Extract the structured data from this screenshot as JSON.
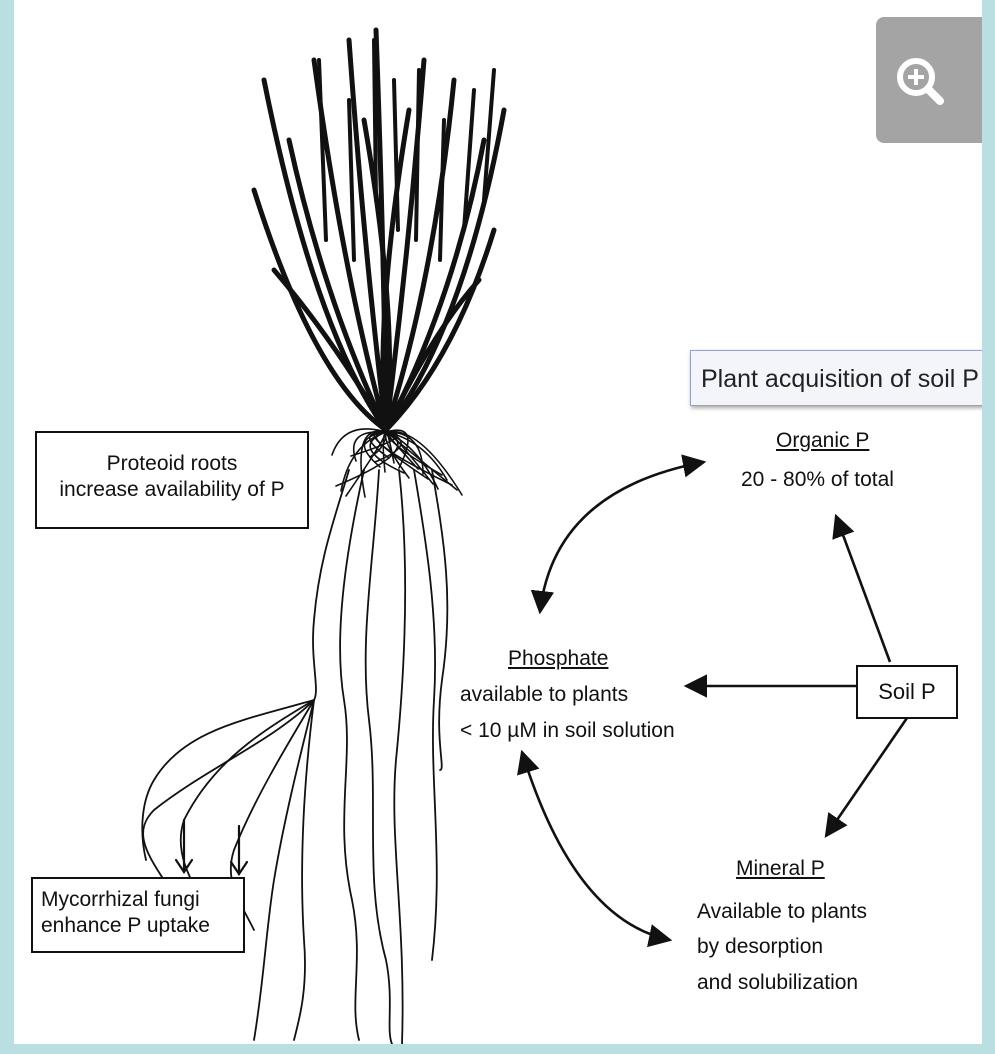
{
  "boxes": {
    "proteoid": [
      "Proteoid roots",
      "increase availability of P"
    ],
    "mycorrhizal": [
      "Mycorrhizal fungi",
      "enhance P uptake"
    ],
    "soil": "Soil P"
  },
  "nodes": {
    "organic": {
      "title": "Organic P",
      "line1": "20 - 80%  of total"
    },
    "phosphate": {
      "title": "Phosphate",
      "line1": "available to plants",
      "line2": "< 10 µM in soil solution"
    },
    "mineral": {
      "title": "Mineral P",
      "line1": "Available to plants",
      "line2": "by desorption",
      "line3": "and solubilization"
    }
  },
  "tooltip": "Plant acquisition of soil P",
  "icons": {
    "zoom": "zoom-in-icon"
  },
  "colors": {
    "frame": "#b9dfe3",
    "button": "#a4a4a4",
    "ink": "#111111"
  }
}
